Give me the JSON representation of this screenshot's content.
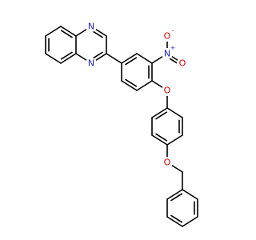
{
  "molecule": {
    "atoms": [
      {
        "id": "N1",
        "label": "N",
        "color": "#1f1fd0"
      },
      {
        "id": "N4",
        "label": "N",
        "color": "#1f1fd0"
      },
      {
        "id": "N_nitro",
        "label": "N",
        "charge": "+",
        "color": "#1f1fd0"
      },
      {
        "id": "O_nitro_top",
        "label": "O",
        "charge": "-",
        "color": "#e00000"
      },
      {
        "id": "O_nitro_right",
        "label": "O",
        "color": "#e00000"
      },
      {
        "id": "O_ether1",
        "label": "O",
        "color": "#e00000"
      },
      {
        "id": "O_ether2",
        "label": "O",
        "color": "#e00000"
      }
    ]
  }
}
